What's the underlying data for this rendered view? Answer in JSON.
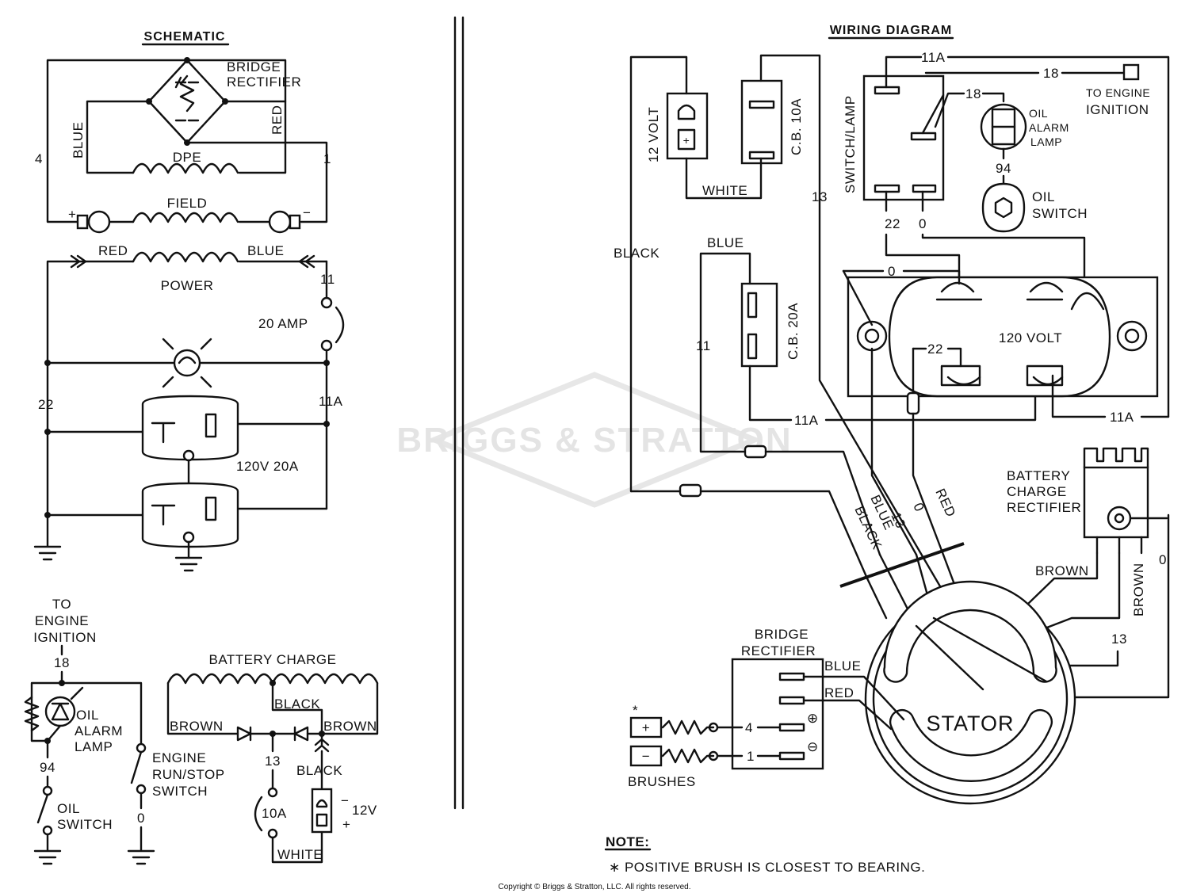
{
  "schematic": {
    "title": "SCHEMATIC",
    "bridge_rectifier": [
      "BRIDGE",
      "RECTIFIER"
    ],
    "blue": "BLUE",
    "red": "RED",
    "dpe": "DPE",
    "field": "FIELD",
    "plus": "+",
    "minus": "−",
    "wire_4": "4",
    "wire_1": "1",
    "red2": "RED",
    "blue2": "BLUE",
    "power": "POWER",
    "wire_11": "11",
    "amp20": "20 AMP",
    "wire_22": "22",
    "wire_11a": "11A",
    "receptacle": "120V 20A"
  },
  "lower_schematic": {
    "to_engine_ignition": [
      "TO",
      "ENGINE",
      "IGNITION"
    ],
    "wire_18": "18",
    "oil_alarm_lamp": [
      "OIL",
      "ALARM",
      "LAMP"
    ],
    "wire_94": "94",
    "oil_switch": [
      "OIL",
      "SWITCH"
    ],
    "engine_switch": [
      "ENGINE",
      "RUN/STOP",
      "SWITCH"
    ],
    "wire_0": "0",
    "battery_charge": "BATTERY CHARGE",
    "black": "BLACK",
    "brown_left": "BROWN",
    "brown_right": "BROWN",
    "wire_13": "13",
    "black2": "BLACK",
    "amp10": "10A",
    "volt12": "12V",
    "minus": "−",
    "plus": "+",
    "white": "WHITE"
  },
  "wiring": {
    "title": "WIRING DIAGRAM",
    "w11a_top": "11A",
    "w18_top": "18",
    "to_engine_ignition": [
      "TO ENGINE",
      "IGNITION"
    ],
    "w18_lamp": "18",
    "oil_alarm_lamp": [
      "OIL",
      "ALARM",
      "LAMP"
    ],
    "w94": "94",
    "oil_switch": [
      "OIL",
      "SWITCH"
    ],
    "switch_lamp": "SWITCH/LAMP",
    "w22": "22",
    "w0": "0",
    "volt12": "12 VOLT",
    "cb10a": "C.B. 10A",
    "white": "WHITE",
    "w13": "13",
    "black": "BLACK",
    "blue": "BLUE",
    "cb20a": "C.B. 20A",
    "w11": "11",
    "w0_mid": "0",
    "w22_mid": "22",
    "volt120": "120 VOLT",
    "w11a_mid": "11A",
    "w11a_right": "11A",
    "bundle": [
      "BLACK",
      "BLUE",
      "13",
      "0",
      "RED"
    ],
    "battery_charge_rectifier": [
      "BATTERY",
      "CHARGE",
      "RECTIFIER"
    ],
    "brown": "BROWN",
    "brown2": "BROWN",
    "w0_right": "0",
    "w13_right": "13",
    "bridge_rectifier": [
      "BRIDGE",
      "RECTIFIER"
    ],
    "blue2": "BLUE",
    "red2": "RED",
    "w4": "4",
    "w1": "1",
    "asterisk": "*",
    "plus": "+",
    "minus": "−",
    "brushes": "BRUSHES",
    "stator": "STATOR",
    "circle_plus": "⊕",
    "circle_minus": "⊖"
  },
  "note": {
    "heading": "NOTE:",
    "text": "∗ POSITIVE BRUSH IS CLOSEST TO BEARING."
  },
  "watermark": "BRIGGS & STRATTON",
  "copyright": "Copyright © Briggs & Stratton, LLC. All rights reserved."
}
